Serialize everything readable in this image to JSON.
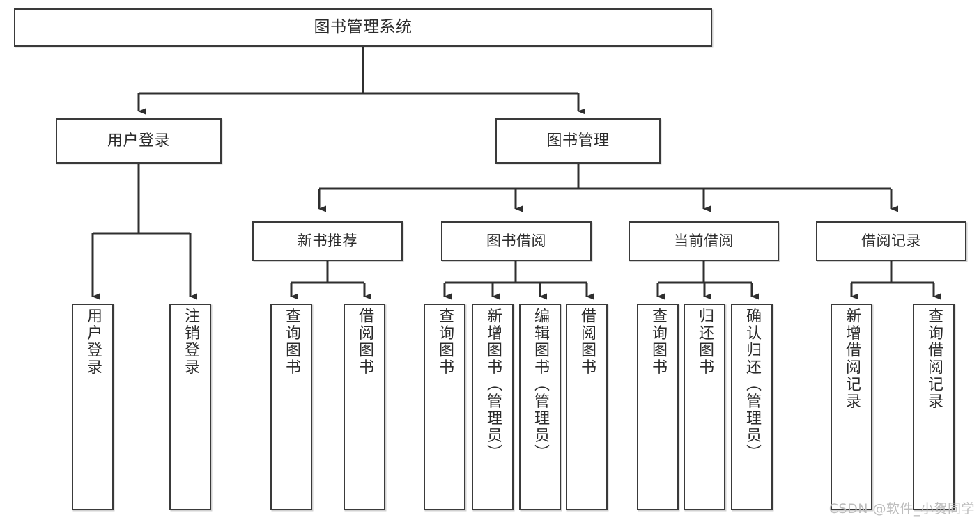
{
  "diagram": {
    "title": "图书管理系统",
    "type": "tree-hierarchy-diagram",
    "watermark": "CSDN @软件_小贺同学",
    "colors": {
      "box_border": "#3a3a3a",
      "box_fill": "#ffffff",
      "connector": "#2f2f2f",
      "text": "#2b2b2b",
      "watermark": "#bdbdbd"
    },
    "root": {
      "label": "图书管理系统"
    },
    "level1": [
      {
        "id": "user-login",
        "label": "用户登录"
      },
      {
        "id": "book-management",
        "label": "图书管理"
      }
    ],
    "level2": [
      {
        "id": "new-book-recommend",
        "label": "新书推荐",
        "parent": "book-management"
      },
      {
        "id": "book-borrow",
        "label": "图书借阅",
        "parent": "book-management"
      },
      {
        "id": "current-borrow",
        "label": "当前借阅",
        "parent": "book-management"
      },
      {
        "id": "borrow-record",
        "label": "借阅记录",
        "parent": "book-management"
      }
    ],
    "leaves": [
      {
        "id": "leaf-user-login",
        "label": "用户登录",
        "parent": "user-login"
      },
      {
        "id": "leaf-logout",
        "label": "注销登录",
        "parent": "user-login"
      },
      {
        "id": "leaf-query-book-1",
        "label": "查询图书",
        "parent": "new-book-recommend"
      },
      {
        "id": "leaf-borrow-book-1",
        "label": "借阅图书",
        "parent": "new-book-recommend"
      },
      {
        "id": "leaf-query-book-2",
        "label": "查询图书",
        "parent": "book-borrow"
      },
      {
        "id": "leaf-add-book",
        "label": "新增图书（管理员）",
        "parent": "book-borrow"
      },
      {
        "id": "leaf-edit-book",
        "label": "编辑图书（管理员）",
        "parent": "book-borrow"
      },
      {
        "id": "leaf-borrow-book-2",
        "label": "借阅图书",
        "parent": "book-borrow"
      },
      {
        "id": "leaf-query-book-3",
        "label": "查询图书",
        "parent": "current-borrow"
      },
      {
        "id": "leaf-return-book",
        "label": "归还图书",
        "parent": "current-borrow"
      },
      {
        "id": "leaf-confirm-return",
        "label": "确认归还（管理员）",
        "parent": "current-borrow"
      },
      {
        "id": "leaf-add-record",
        "label": "新增借阅记录",
        "parent": "borrow-record"
      },
      {
        "id": "leaf-query-record",
        "label": "查询借阅记录",
        "parent": "borrow-record"
      }
    ]
  }
}
